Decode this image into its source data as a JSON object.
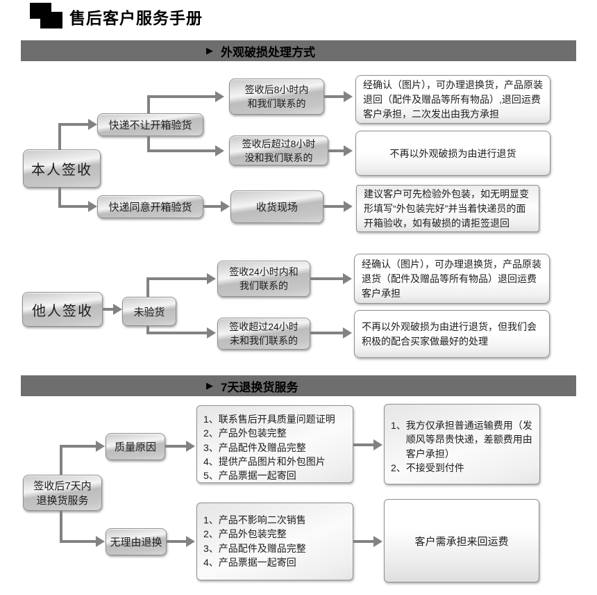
{
  "header": {
    "title": "售后客户服务手册"
  },
  "colors": {
    "banner_bg": "#6e6e6e",
    "connector": "#828282",
    "logo": "#000000"
  },
  "section_appearance": {
    "banner_icon": "▶",
    "banner_label": "外观破损处理方式",
    "nodes": {
      "self_sign": "本人签收",
      "courier_refuse": "快递不让开箱验货",
      "courier_agree": "快递同意开箱验货",
      "within_8h": "签收后8小时内\n和我们联系的",
      "over_8h": "签收后超过8小时\n没和我们联系的",
      "receiving_site": "收货现场",
      "result_within_8h": "经确认（图片），可办理退换货，产品原装退回（配件及赠品等所有物品）,退回运费客户承担，二次发出由我方承担",
      "result_over_8h": "不再以外观破损为由进行退货",
      "result_site": "建议客户可先检验外包装，如无明显变形填写“外包装完好”并当着快递员的面开箱验收，如有破损的请拒签退回"
    }
  },
  "section_other_sign": {
    "nodes": {
      "other_sign": "他人签收",
      "not_inspected": "未验货",
      "within_24h": "签收24小时内和\n我们联系的",
      "over_24h": "签收超过24小时\n未和我们联系的",
      "result_within_24h": "经确认（图片），可办理退换货，产品原装退货（配件及赠品等所有物品）退回运费客户承担",
      "result_over_24h": "不再以外观破损为由进行退货，但我们会积极的配合买家做最好的处理"
    }
  },
  "section_return": {
    "banner_icon": "▶",
    "banner_label": "7天退换货服务",
    "nodes": {
      "seven_days": "签收后7天内\n退换货服务",
      "quality": "质量原因",
      "no_reason": "无理由退换",
      "result_no_reason": "客户需承担来回运费"
    },
    "quality_items": [
      {
        "num": "1、",
        "text": "联系售后开具质量问题证明"
      },
      {
        "num": "2、",
        "text": "产品外包装完整"
      },
      {
        "num": "3、",
        "text": "产品配件及赠品完整"
      },
      {
        "num": "4、",
        "text": "提供产品图片和外包图片"
      },
      {
        "num": "5、",
        "text": "产品票据一起寄回"
      }
    ],
    "quality_terms": [
      {
        "num": "1、",
        "text": "我方仅承担普通运输费用（发顺风等昂贵快递，差额费用由客户承担）"
      },
      {
        "num": "2、",
        "text": "不接受到付件"
      }
    ],
    "no_reason_items": [
      {
        "num": "1、",
        "text": "产品不影响二次销售"
      },
      {
        "num": "2、",
        "text": "产品外包装完整"
      },
      {
        "num": "3、",
        "text": "产品配件及赠品完整"
      },
      {
        "num": "4、",
        "text": "产品票据一起寄回"
      }
    ]
  }
}
